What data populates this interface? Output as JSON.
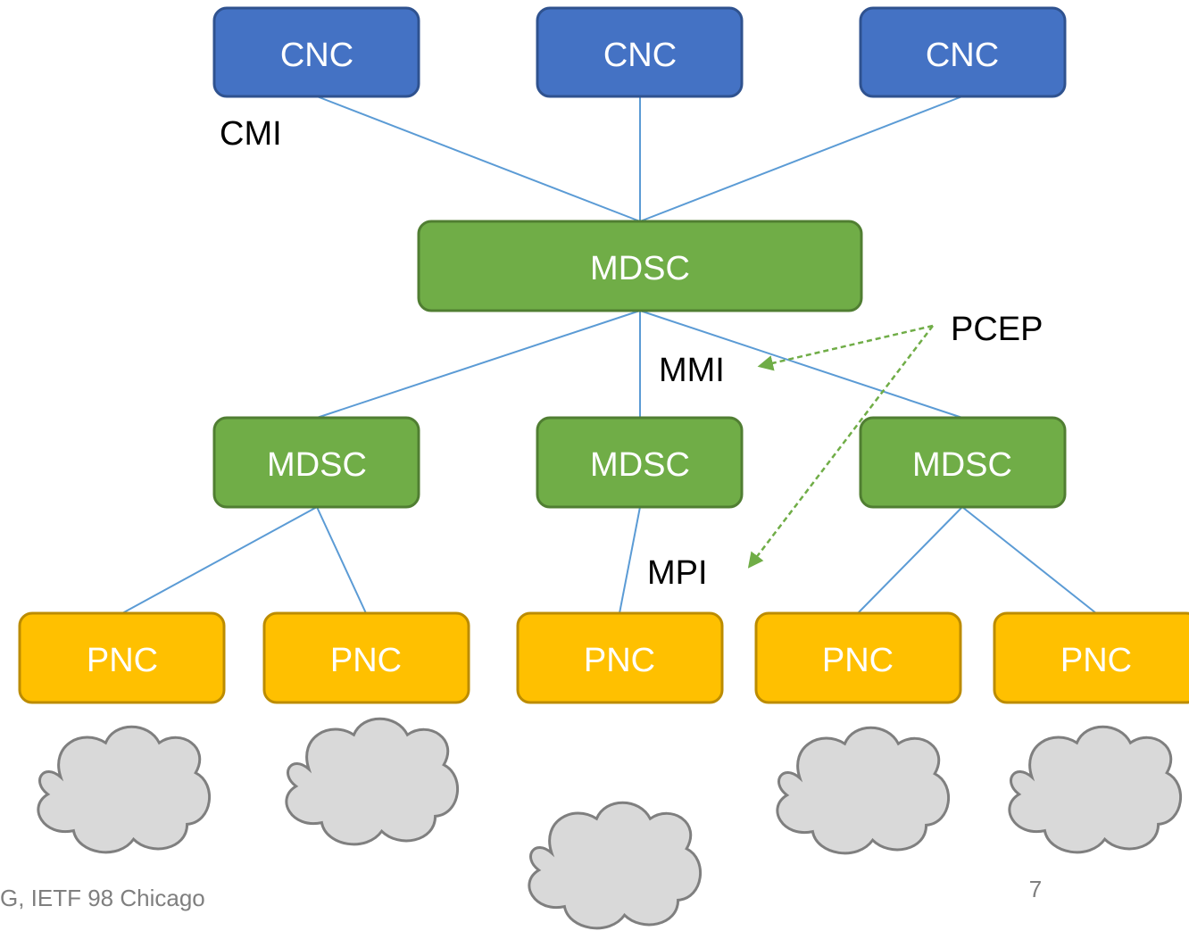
{
  "colors": {
    "cnc_fill": "#4472c4",
    "cnc_stroke": "#2f528f",
    "mdsc_fill": "#70ad47",
    "mdsc_stroke": "#507e32",
    "pnc_fill": "#ffc000",
    "pnc_stroke": "#bc8c00",
    "link": "#5b9bd5",
    "pcep_arrow": "#70ad47",
    "cloud_fill": "#d9d9d9",
    "cloud_stroke": "#7f7f7f"
  },
  "nodes": {
    "cnc": [
      "CNC",
      "CNC",
      "CNC"
    ],
    "mdsc_parent": "MDSC",
    "mdsc_children": [
      "MDSC",
      "MDSC",
      "MDSC"
    ],
    "pnc": [
      "PNC",
      "PNC",
      "PNC",
      "PNC",
      "PNC"
    ]
  },
  "interfaces": {
    "cmi": "CMI",
    "mmi": "MMI",
    "mpi": "MPI",
    "pcep": "PCEP"
  },
  "footer": {
    "left": "G, IETF 98 Chicago",
    "page_number": "7"
  }
}
